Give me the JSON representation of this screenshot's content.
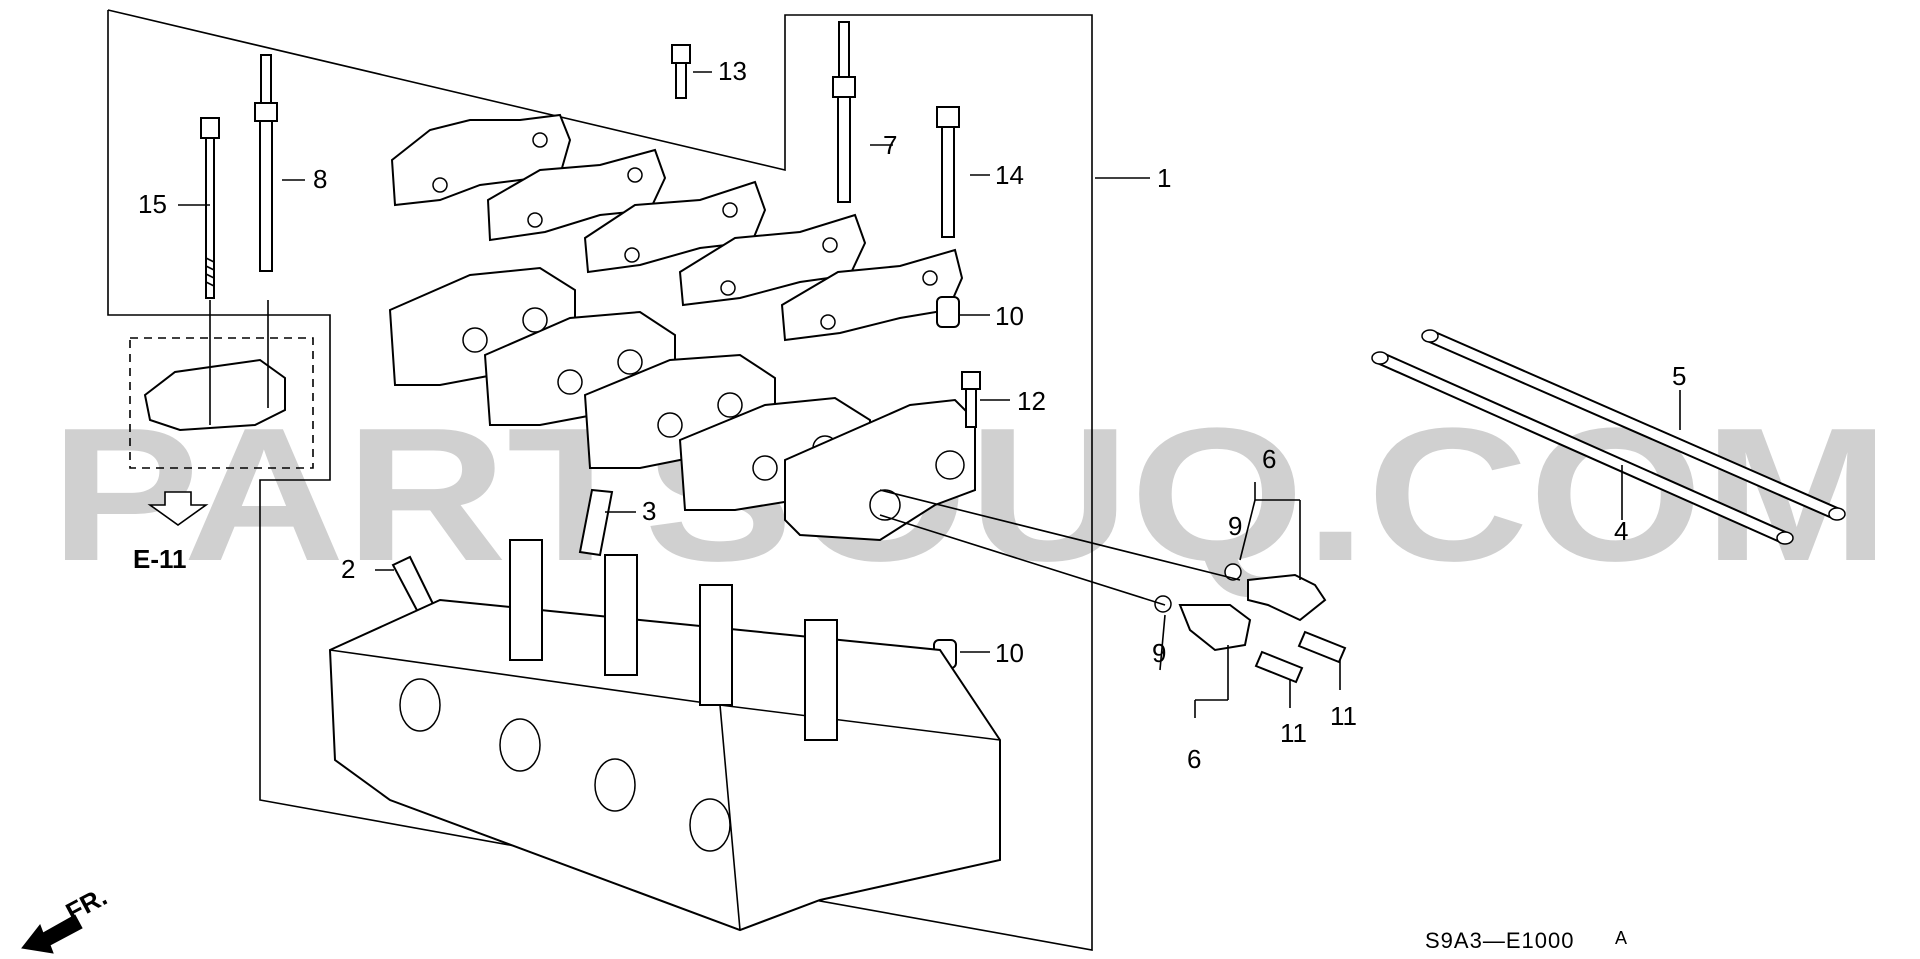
{
  "watermark": "PARTSOUQ.COM",
  "callouts": {
    "c1": "1",
    "c2": "2",
    "c3": "3",
    "c4": "4",
    "c5": "5",
    "c6a": "6",
    "c6b": "6",
    "c7": "7",
    "c8": "8",
    "c9a": "9",
    "c9b": "9",
    "c10a": "10",
    "c10b": "10",
    "c11a": "11",
    "c11b": "11",
    "c12": "12",
    "c13": "13",
    "c14": "14",
    "c15": "15"
  },
  "reference_label": "E-11",
  "direction_label": "FR.",
  "diagram_code": "S9A3—E1000",
  "diagram_code_suffix": "A"
}
